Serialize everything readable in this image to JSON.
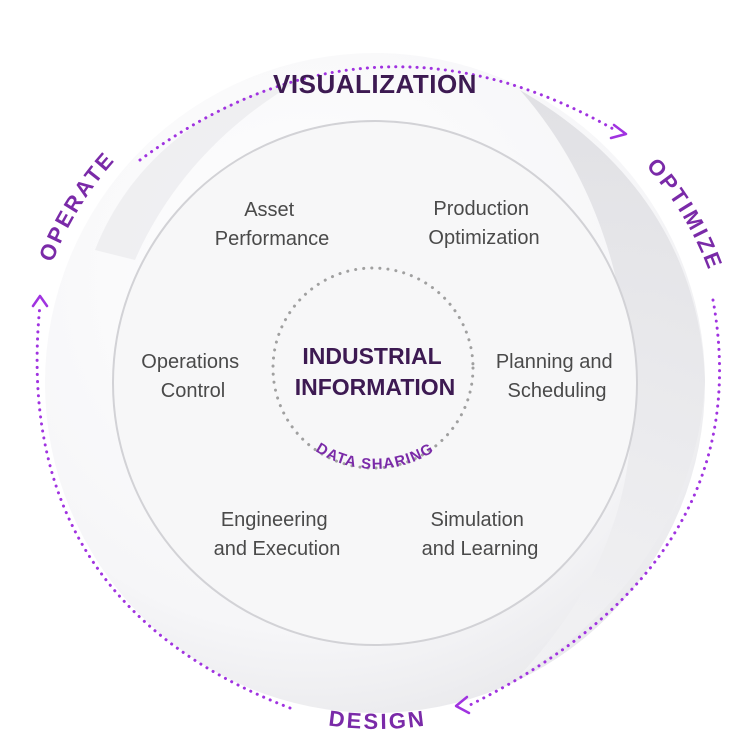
{
  "colors": {
    "accent": "#a033e0",
    "dark_purple": "#3d1a52",
    "text_gray": "#4a4a4a",
    "dots_gray": "#a0a0a0"
  },
  "header": {
    "title": "VISUALIZATION"
  },
  "cycle": {
    "operate": "OPERATE",
    "optimize": "OPTIMIZE",
    "design": "DESIGN"
  },
  "modules": {
    "asset_performance": [
      "Asset",
      "Performance"
    ],
    "production_optimization": [
      "Production",
      "Optimization"
    ],
    "operations_control": [
      "Operations",
      "Control"
    ],
    "planning_scheduling": [
      "Planning and",
      "Scheduling"
    ],
    "engineering_execution": [
      "Engineering",
      "and Execution"
    ],
    "simulation_learning": [
      "Simulation",
      "and Learning"
    ]
  },
  "center": {
    "title": [
      "INDUSTRIAL",
      "INFORMATION"
    ],
    "ring_label": "DATA SHARING"
  }
}
